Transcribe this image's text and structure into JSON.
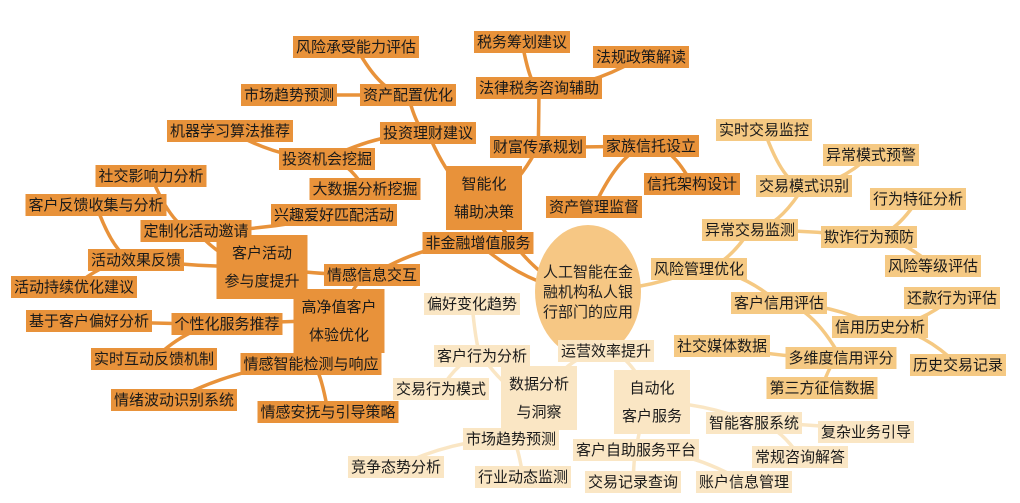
{
  "center": {
    "label": "人工智能在金\n融机构私人银\n行部门的应用"
  },
  "nodes": {
    "zhineng": "智能化\n辅助决策",
    "touzilicai": "投资理财建议",
    "zichanpeizhi": "资产配置优化",
    "fengxianchengshou": "风险承受能力评估",
    "shichangqushi": "市场趋势预测",
    "touzijihui": "投资机会挖掘",
    "jiqixuexi": "机器学习算法推荐",
    "dashuju": "大数据分析挖掘",
    "caifuchuancheng": "财富传承规划",
    "falvshuiwu": "法律税务咨询辅助",
    "shuiwuchouhua": "税务筹划建议",
    "faguizhengce": "法规政策解读",
    "jiazuxintuo": "家族信托设立",
    "xintuojiagou": "信托架构设计",
    "zichanguanli": "资产管理监督",
    "feijinrong": "非金融增值服务",
    "qingganjiaoliu": "情感信息交互",
    "kehuhuodong": "客户活动\n参与度提升",
    "dingzhihua": "定制化活动邀请",
    "xingqu": "兴趣爱好匹配活动",
    "shejiao": "社交影响力分析",
    "kehufankui": "客户反馈收集与分析",
    "huodongxiaoguo": "活动效果反馈",
    "chixuyouhua": "活动持续优化建议",
    "gaojingzhi": "高净值客户\n体验优化",
    "gexinghua": "个性化服务推荐",
    "pianhaofenxi": "基于客户偏好分析",
    "shishihudong": "实时互动反馈机制",
    "qingganzhineng": "情感智能检测与响应",
    "qingxubodong": "情绪波动识别系统",
    "qingganfuwei": "情感安抚与引导策略",
    "fengxianguanli": "风险管理优化",
    "yichangjiaoyi": "异常交易监测",
    "jiaoyimoshi": "交易模式识别",
    "shishijiaoyi": "实时交易监控",
    "yichangmoshi": "异常模式预警",
    "qizha": "欺诈行为预防",
    "xingweitezheng": "行为特征分析",
    "fengxiandengji": "风险等级评估",
    "kehuxinyong": "客户信用评估",
    "xinyonglishi": "信用历史分析",
    "huankuan": "还款行为评估",
    "lishijiaoyi": "历史交易记录",
    "duoweidu": "多维度信用评分",
    "shejiaomeiti": "社交媒体数据",
    "disanfang": "第三方征信数据",
    "yunying": "运营效率提升",
    "shujufenxi": "数据分析\n与洞察",
    "kehuxingwei": "客户行为分析",
    "pianhaobianhua": "偏好变化趋势",
    "jiaoyixingwei": "交易行为模式",
    "shichangqushi2": "市场趋势预测",
    "jingzheng": "竞争态势分析",
    "hangye": "行业动态监测",
    "zidonghua": "自动化\n客户服务",
    "zhinengkefu": "智能客服系统",
    "fuzayewu": "复杂业务引导",
    "changgui": "常规咨询解答",
    "zizhufuwu": "客户自助服务平台",
    "jiaoyijilu": "交易记录查询",
    "zhanghu": "账户信息管理"
  }
}
